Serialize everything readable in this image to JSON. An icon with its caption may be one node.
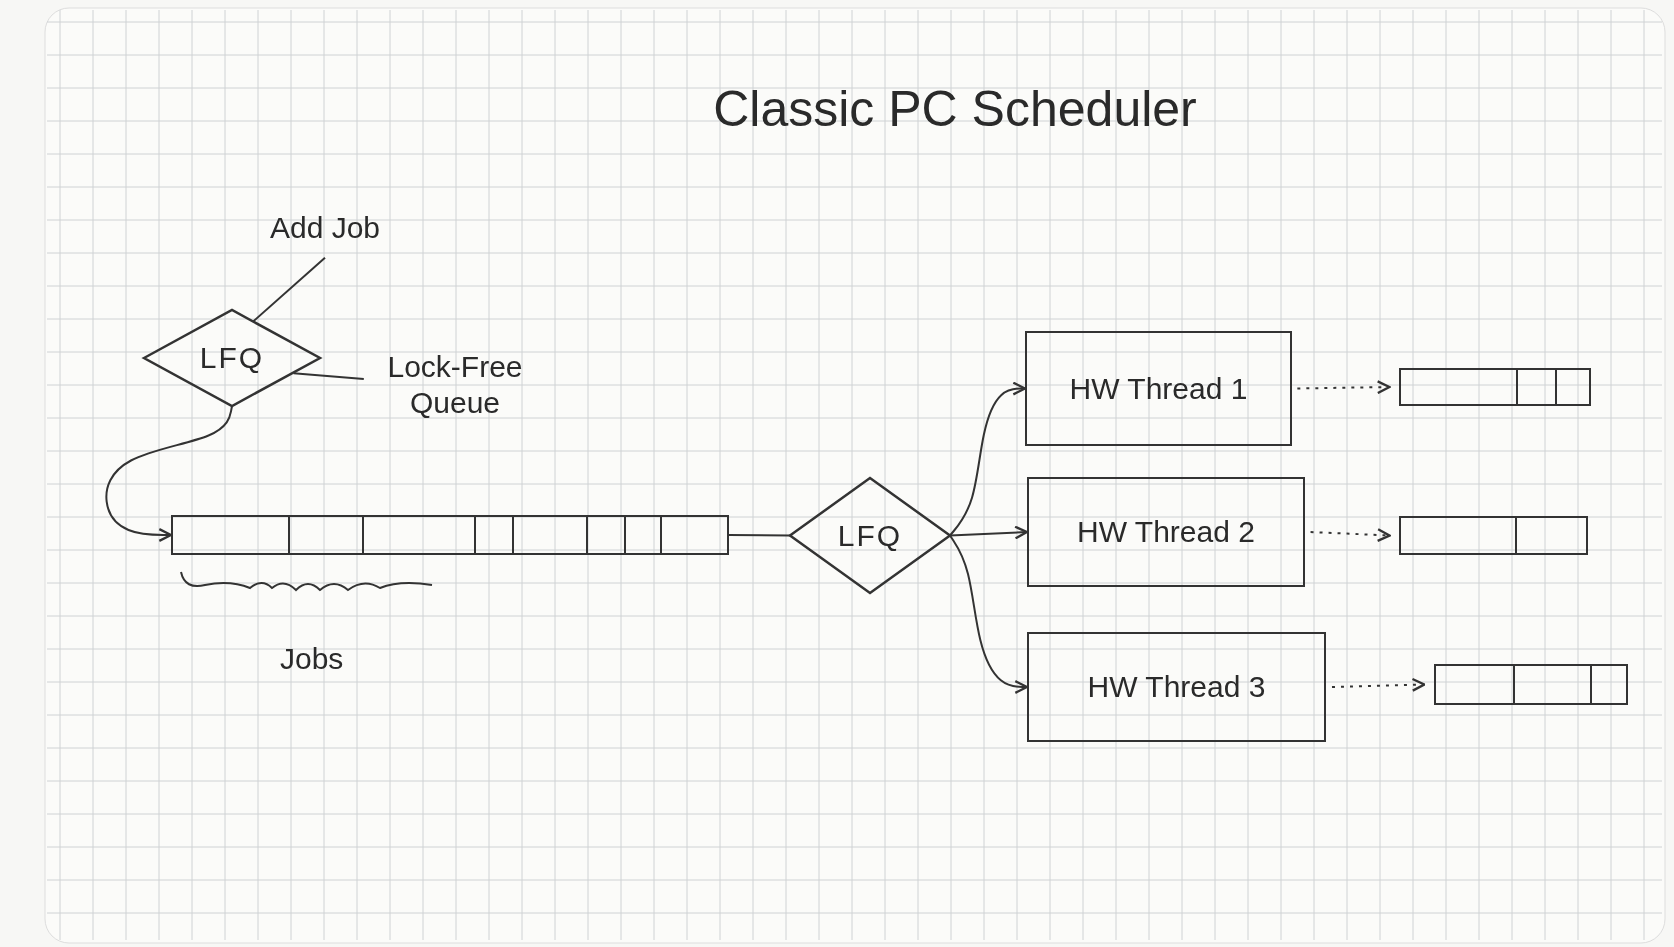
{
  "diagram": {
    "title": "Classic PC Scheduler",
    "nodes": [
      {
        "text": [
          "Add Job"
        ]
      },
      {
        "text": [
          "LFQ"
        ]
      },
      {
        "text": [
          "Lock-Free Queue"
        ]
      },
      {
        "text": [],
        "shape": "bar"
      },
      {
        "text": [
          "LFQ"
        ]
      },
      {
        "text": [
          "HW Thread 1"
        ]
      },
      {
        "text": [
          "HW Thread 2"
        ]
      },
      {
        "text": [
          "HW Thread 3"
        ]
      },
      {
        "text": [],
        "shape": "bar"
      },
      {
        "text": [],
        "shape": "bar"
      },
      {
        "text": [],
        "shape": "bar"
      }
    ],
    "edges": [
      {
        "from": 0,
        "to": 1,
        "arrow": "none"
      },
      {
        "from": 2,
        "to": 1,
        "arrow": "none"
      },
      {
        "from": 1,
        "to": 3,
        "arrow": "to"
      },
      {
        "from": 3,
        "to": 4,
        "arrow": "none"
      },
      {
        "from": 4,
        "to": 5,
        "arrow": "to"
      },
      {
        "from": 4,
        "to": 6,
        "arrow": "to"
      },
      {
        "from": 4,
        "to": 7,
        "arrow": "to"
      },
      {
        "from": 5,
        "to": 8,
        "arrow": "to",
        "style": "dashed"
      },
      {
        "from": 6,
        "to": 9,
        "arrow": "to",
        "style": "dashed"
      },
      {
        "from": 7,
        "to": 10,
        "arrow": "to",
        "style": "dashed"
      }
    ],
    "labels": [
      "Jobs"
    ]
  }
}
